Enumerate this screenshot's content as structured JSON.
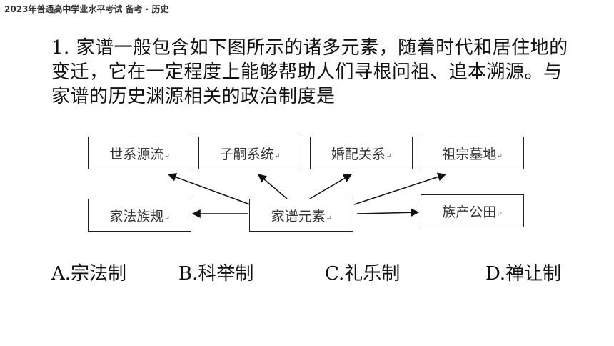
{
  "header": {
    "title": "2023年普通高中学业水平考试 备考 · 历史"
  },
  "question": {
    "text": "1. 家谱一般包含如下图所示的诸多元素，随着时代和居住地的变迁，它在一定程度上能够帮助人们寻根问祖、追本溯源。与家谱的历史渊源相关的政治制度是"
  },
  "diagram": {
    "center": "家谱元素",
    "nodes": {
      "lineage": "世系源流",
      "heirs": "子嗣系统",
      "marriage": "婚配关系",
      "tombs": "祖宗墓地",
      "rules": "家法族规",
      "property": "族产公田"
    },
    "edit_mark": "↵"
  },
  "options": {
    "a": "A.宗法制",
    "b": "B.科举制",
    "c": "C.礼乐制",
    "d": "D.禅让制"
  }
}
